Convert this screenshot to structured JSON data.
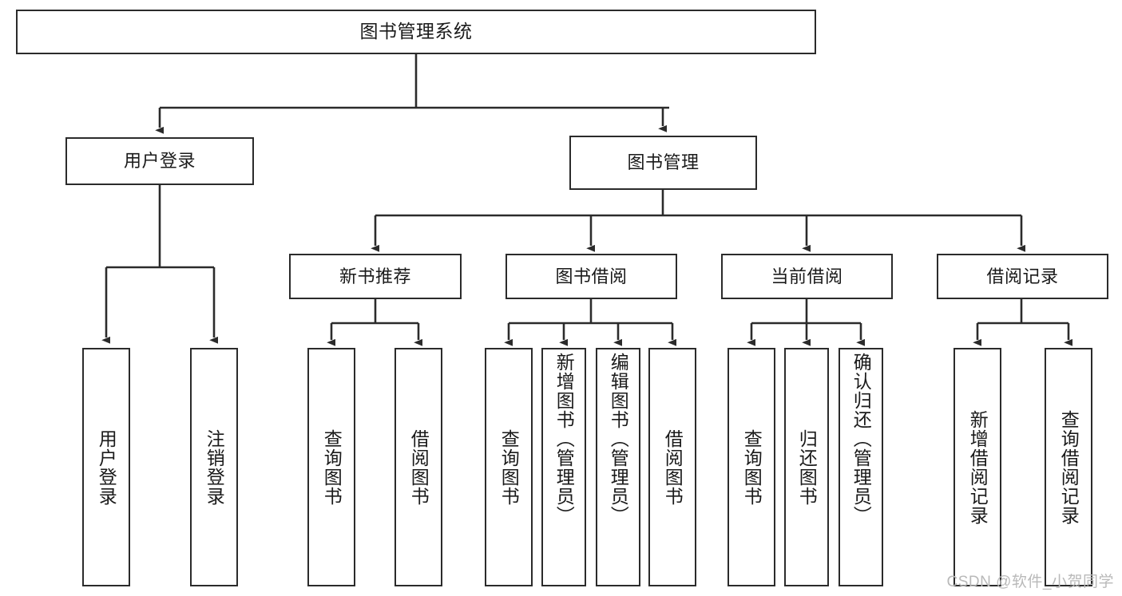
{
  "diagram": {
    "type": "tree-hierarchy",
    "title": "图书管理系统",
    "line_color": "#2b2b2b",
    "box_fill": "#ffffff",
    "text_color": "#1a1a1a",
    "background": "#ffffff",
    "watermark": "CSDN @软件_小贺同学",
    "watermark_color": "#b9b9b9"
  },
  "nodes": {
    "root": {
      "label": "图书管理系统"
    },
    "level1": [
      {
        "id": "user-login",
        "label": "用户登录"
      },
      {
        "id": "book-manage",
        "label": "图书管理"
      }
    ],
    "level2": [
      {
        "id": "new-book-recommend",
        "label": "新书推荐"
      },
      {
        "id": "book-borrow",
        "label": "图书借阅"
      },
      {
        "id": "current-borrow",
        "label": "当前借阅"
      },
      {
        "id": "borrow-record",
        "label": "借阅记录"
      }
    ],
    "leaves": {
      "user_login": [
        {
          "id": "leaf-user-login",
          "label": "用户登录"
        },
        {
          "id": "leaf-logout-login",
          "label": "注销登录"
        }
      ],
      "new_book_recommend": [
        {
          "id": "leaf-query-book-1",
          "label": "查询图书"
        },
        {
          "id": "leaf-borrow-book-1",
          "label": "借阅图书"
        }
      ],
      "book_borrow": [
        {
          "id": "leaf-query-book-2",
          "label": "查询图书"
        },
        {
          "id": "leaf-add-book",
          "label": "新增图书（管理员）"
        },
        {
          "id": "leaf-edit-book",
          "label": "编辑图书（管理员）"
        },
        {
          "id": "leaf-borrow-book-2",
          "label": "借阅图书"
        }
      ],
      "current_borrow": [
        {
          "id": "leaf-query-book-3",
          "label": "查询图书"
        },
        {
          "id": "leaf-return-book",
          "label": "归还图书"
        },
        {
          "id": "leaf-confirm-return",
          "label": "确认归还（管理员）"
        }
      ],
      "borrow_record": [
        {
          "id": "leaf-add-borrow-record",
          "label": "新增借阅记录"
        },
        {
          "id": "leaf-query-borrow-record",
          "label": "查询借阅记录"
        }
      ]
    }
  }
}
